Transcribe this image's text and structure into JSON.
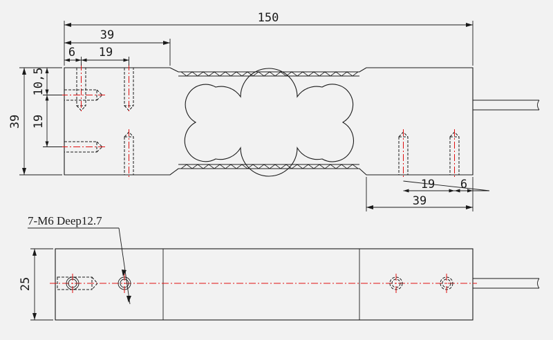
{
  "front_view": {
    "dimensions": {
      "overall_length": "150",
      "left_to_cutout": "39",
      "left_first_hole": "6",
      "left_hole_pitch": "19",
      "left_height": "39",
      "top_offset": "10,5",
      "vertical_pitch": "19",
      "right_hole_pitch": "19",
      "right_last_hole": "6",
      "right_to_cutout": "39"
    }
  },
  "top_view": {
    "dimensions": {
      "width": "25"
    },
    "hole_note": "7-M6 Deep12.7"
  },
  "colors": {
    "line": "#1a1a1a",
    "centerline": "#e01010",
    "background": "#f2f2f2"
  }
}
